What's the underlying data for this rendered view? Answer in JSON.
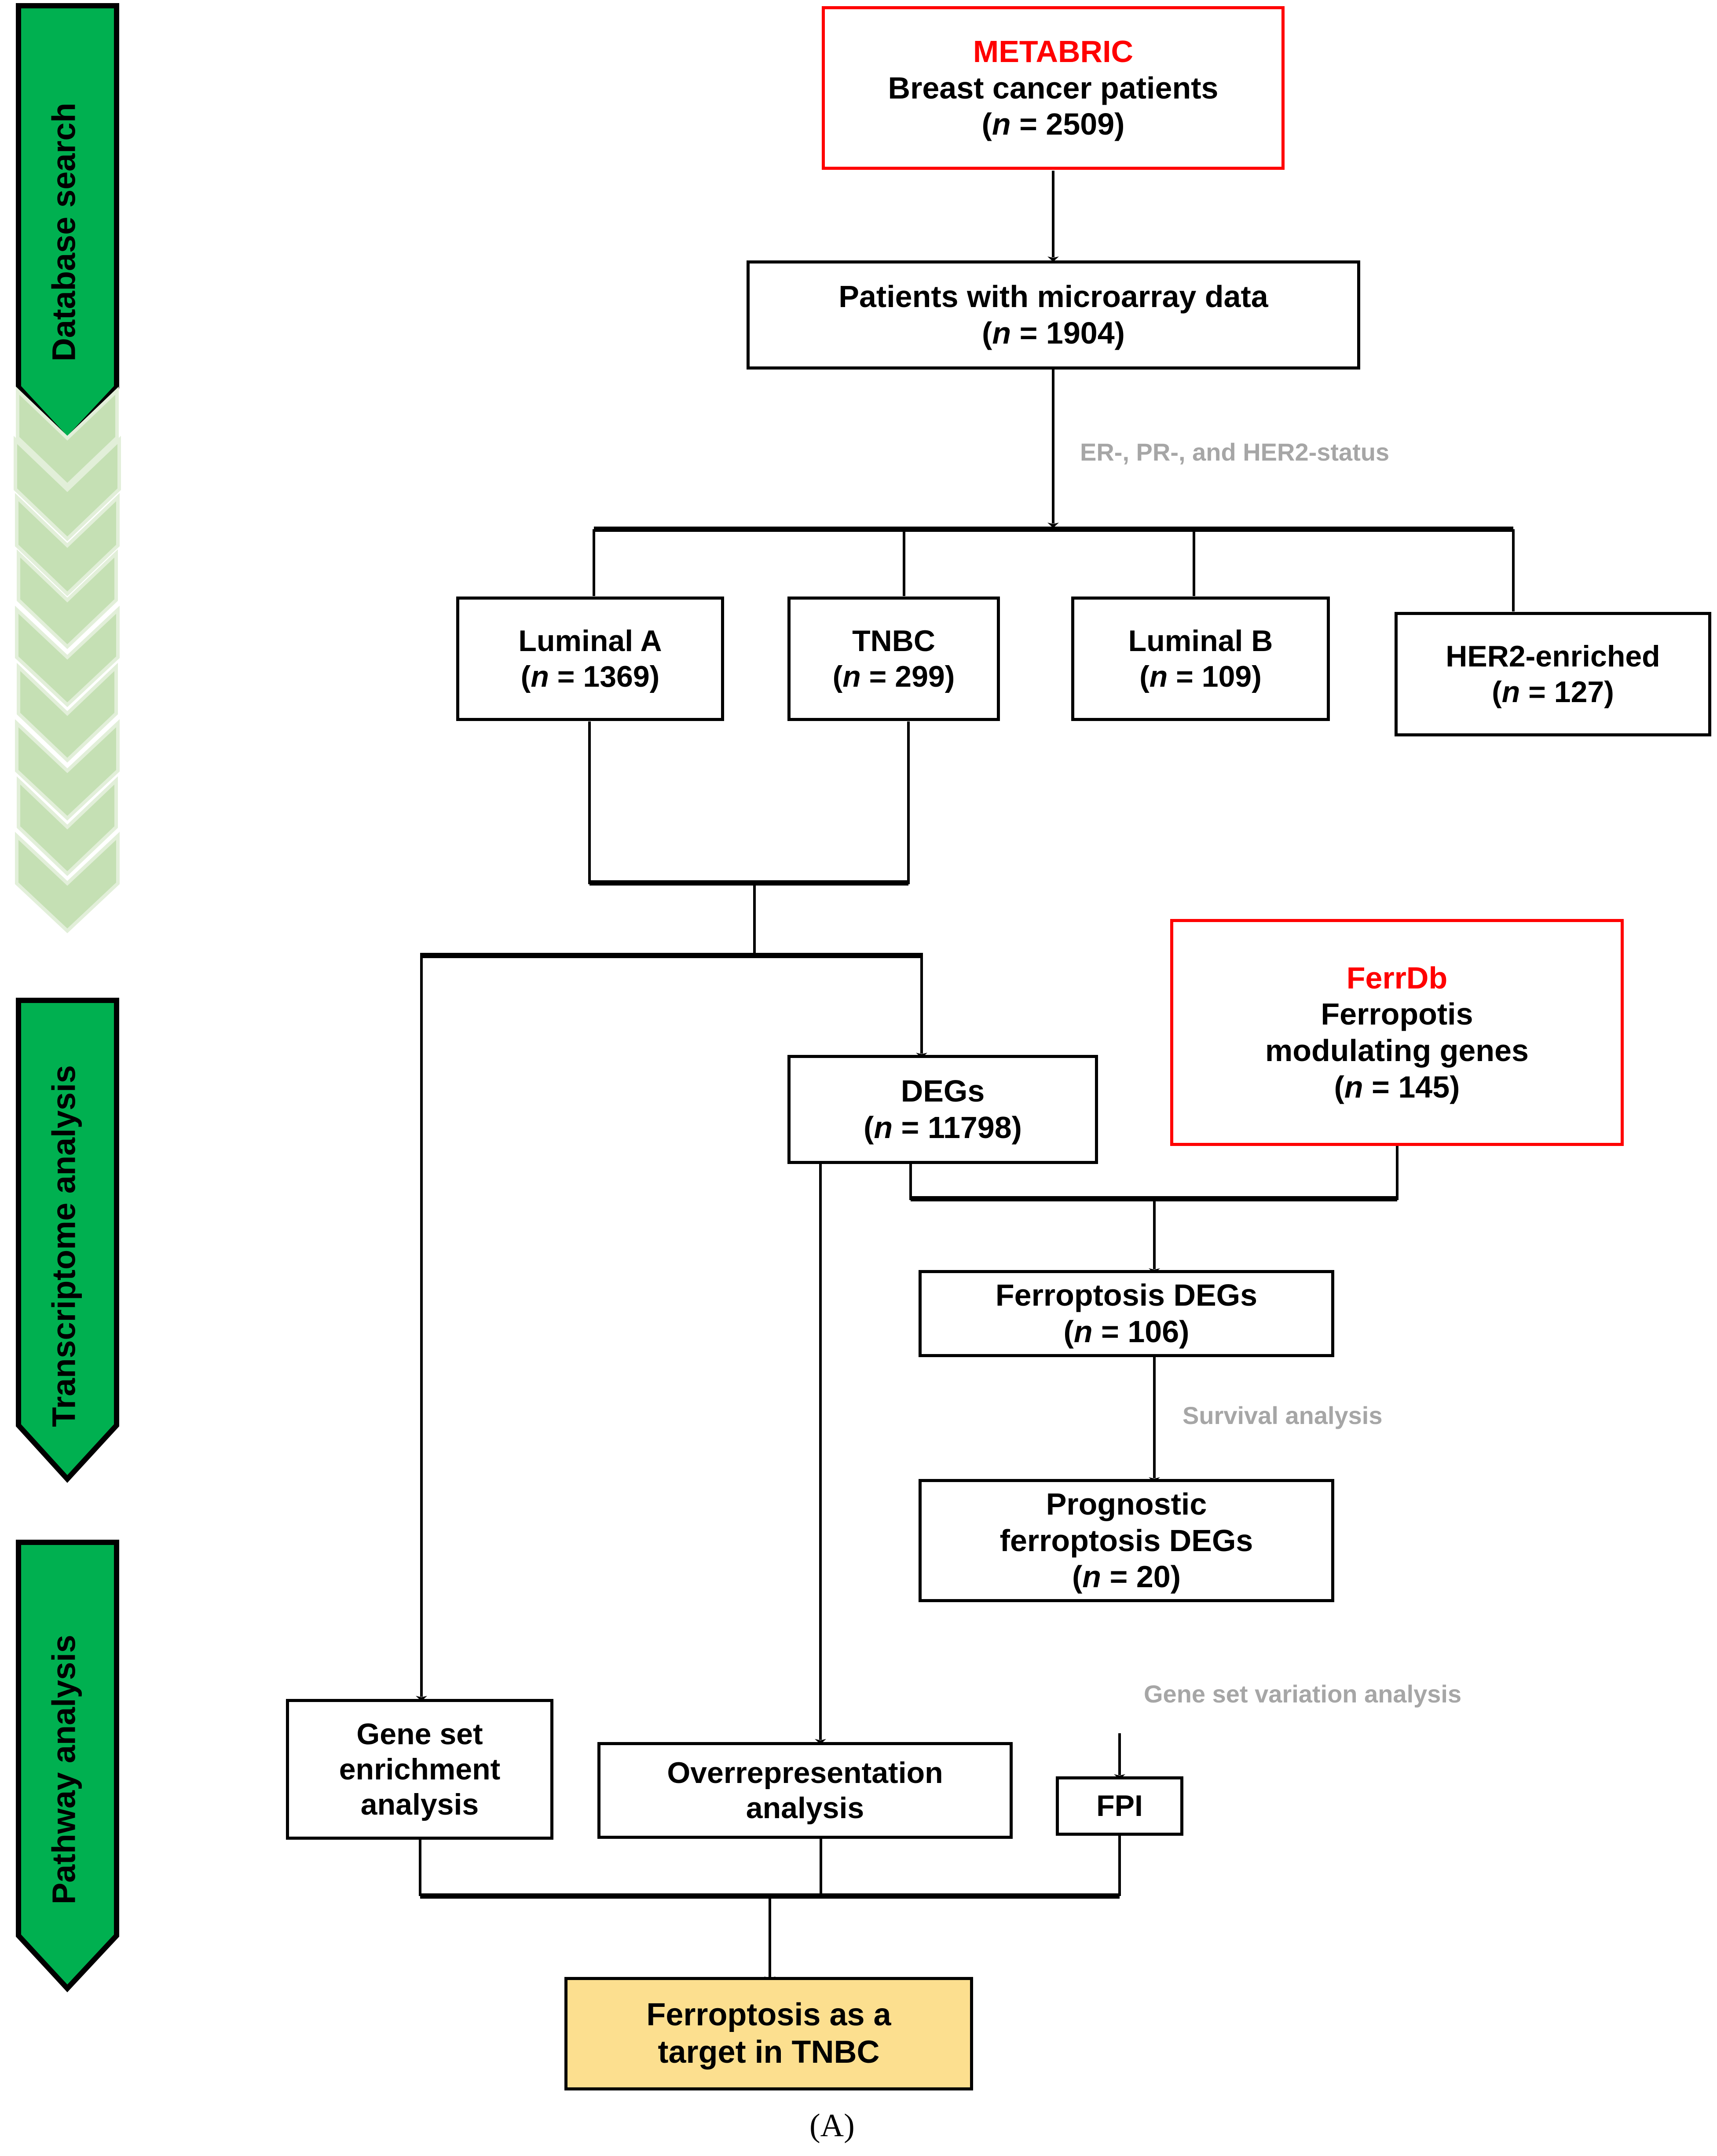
{
  "figure": {
    "panel_label": "(A)"
  },
  "stages": [
    {
      "name": "database-search",
      "label": "Database search",
      "color": "#00B050",
      "kind": "solid"
    },
    {
      "name": "chevrons",
      "label": "",
      "color": "#C5E0B4",
      "kind": "chevron"
    },
    {
      "name": "transcriptome-analysis",
      "label": "Transcriptome analysis",
      "color": "#00B050",
      "kind": "solid"
    },
    {
      "name": "pathway-analysis",
      "label": "Pathway analysis",
      "color": "#00B050",
      "kind": "solid"
    }
  ],
  "nodes": {
    "metabric": {
      "title": "METABRIC",
      "line1": "Breast cancer patients",
      "n_prefix": "(",
      "n_var": "n",
      "n_eq": " = ",
      "n_val": "2509",
      "n_suffix": ")",
      "border": "#FF0000",
      "title_color": "#FF0000"
    },
    "microarray": {
      "line1": "Patients with microarray data",
      "n_var": "n",
      "n_val": "1904"
    },
    "luminal_a": {
      "line1": "Luminal A",
      "n_var": "n",
      "n_val": "1369"
    },
    "tnbc": {
      "line1": "TNBC",
      "n_var": "n",
      "n_val": "299"
    },
    "luminal_b": {
      "line1": "Luminal B",
      "n_var": "n",
      "n_val": "109"
    },
    "her2": {
      "line1": "HER2-enriched",
      "n_var": "n",
      "n_val": "127"
    },
    "degs": {
      "line1": "DEGs",
      "n_var": "n",
      "n_val": "11798"
    },
    "ferrdb": {
      "title": "FerrDb",
      "line1": "Ferropotis",
      "line2": "modulating genes",
      "n_var": "n",
      "n_val": "145",
      "border": "#FF0000",
      "title_color": "#FF0000"
    },
    "ferro_degs": {
      "line1": "Ferroptosis DEGs",
      "n_var": "n",
      "n_val": "106"
    },
    "prog_degs": {
      "line1": "Prognostic",
      "line2": "ferroptosis DEGs",
      "n_var": "n",
      "n_val": "20"
    },
    "gsea": {
      "line1": "Gene set",
      "line2": "enrichment",
      "line3": "analysis"
    },
    "ora": {
      "line1": "Overrepresentation",
      "line2": "analysis"
    },
    "fpi": {
      "line1": "FPI"
    },
    "target": {
      "line1": "Ferroptosis as a",
      "line2": "target in TNBC",
      "fill": "#FCDF8F"
    }
  },
  "edge_labels": {
    "status": "ER-, PR-, and HER2-status",
    "survival": "Survival analysis",
    "gsva": "Gene set variation analysis"
  },
  "colors": {
    "brand_green": "#00B050",
    "chevron_green": "#C5E0B4",
    "accent_red": "#FF0000",
    "note_gray": "#A6A6A6",
    "target_yellow": "#FCDF8F",
    "line_black": "#000000"
  }
}
